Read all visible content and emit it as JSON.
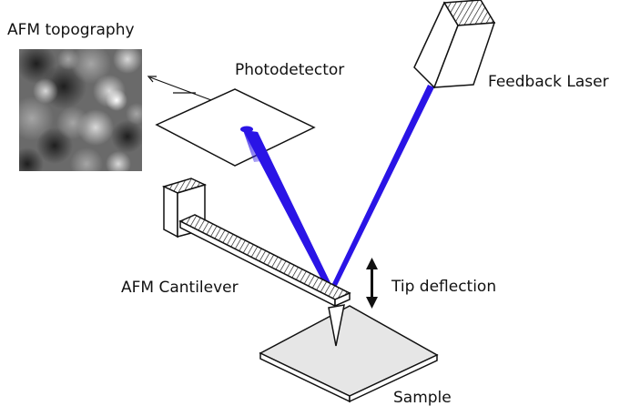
{
  "labels": {
    "afm_topography": "AFM topography",
    "photodetector": "Photodetector",
    "feedback_laser": "Feedback Laser",
    "afm_cantilever": "AFM Cantilever",
    "tip_deflection": "Tip deflection",
    "sample": "Sample"
  },
  "colors": {
    "laser_beam": "#2a14e6",
    "line": "#111111",
    "sample_fill": "#e6e6e6",
    "topography_bg": "#6a6a6a"
  }
}
